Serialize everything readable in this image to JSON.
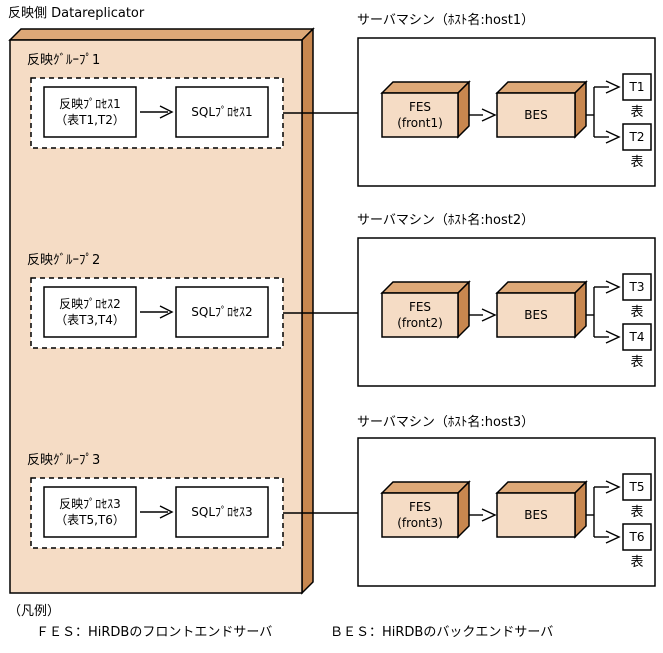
{
  "title": "反映側 Datareplicator",
  "colors": {
    "box_face": "#f5dcc5",
    "box_top": "#dda877",
    "box_side": "#c8874f",
    "white": "#ffffff"
  },
  "groups": [
    {
      "label": "反映ｸﾞﾙｰﾌﾟ1",
      "process_line1": "反映ﾌﾟﾛｾｽ1",
      "process_line2": "（表T1,T2）",
      "sql_label": "SQLﾌﾟﾛｾｽ1"
    },
    {
      "label": "反映ｸﾞﾙｰﾌﾟ2",
      "process_line1": "反映ﾌﾟﾛｾｽ2",
      "process_line2": "（表T3,T4）",
      "sql_label": "SQLﾌﾟﾛｾｽ2"
    },
    {
      "label": "反映ｸﾞﾙｰﾌﾟ3",
      "process_line1": "反映ﾌﾟﾛｾｽ3",
      "process_line2": "（表T5,T6）",
      "sql_label": "SQLﾌﾟﾛｾｽ3"
    }
  ],
  "servers": [
    {
      "label": "サーバマシン（ﾎｽﾄ名:host1）",
      "fes_line1": "FES",
      "fes_line2": "(front1)",
      "bes_label": "BES",
      "table_top": "T1",
      "table_top_caption": "表",
      "table_bottom": "T2",
      "table_bottom_caption": "表"
    },
    {
      "label": "サーバマシン（ﾎｽﾄ名:host2）",
      "fes_line1": "FES",
      "fes_line2": "(front2)",
      "bes_label": "BES",
      "table_top": "T3",
      "table_top_caption": "表",
      "table_bottom": "T4",
      "table_bottom_caption": "表"
    },
    {
      "label": "サーバマシン（ﾎｽﾄ名:host3）",
      "fes_line1": "FES",
      "fes_line2": "(front3)",
      "bes_label": "BES",
      "table_top": "T5",
      "table_top_caption": "表",
      "table_bottom": "T6",
      "table_bottom_caption": "表"
    }
  ],
  "legend": {
    "heading": "（凡例）",
    "fes_entry": "ＦＥＳ：HiRDBのフロントエンドサーバ",
    "bes_entry": "ＢＥＳ：HiRDBのバックエンドサーバ"
  }
}
